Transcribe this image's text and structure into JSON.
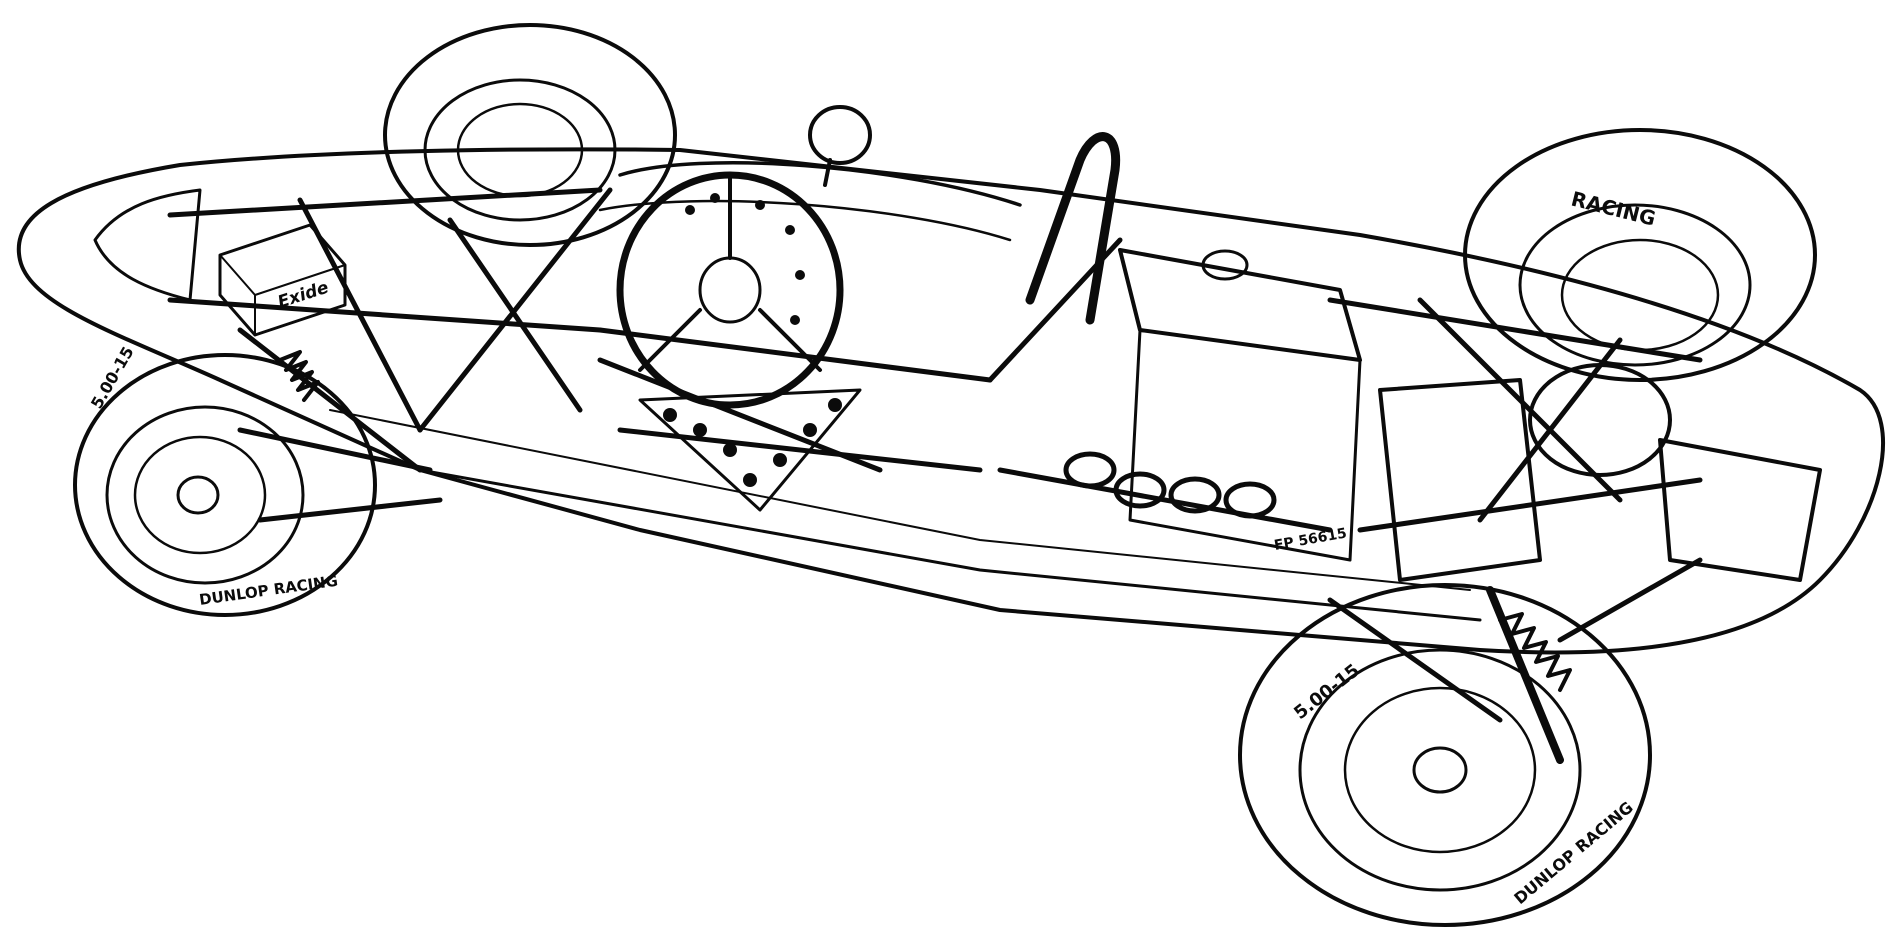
{
  "illustration": {
    "subject": "cutaway",
    "labels": {
      "battery": "Exide",
      "rear_tyre_top": "RACING",
      "front_tyre_left": "5.00-15",
      "front_tyre_left_brand": "DUNLOP RACING",
      "rear_tyre_right": "5.00-15",
      "rear_tyre_right_brand": "DUNLOP RACING",
      "engine_number": "FP 56615"
    },
    "colors": {
      "ink": "#0b0b0b",
      "paper": "#ffffff",
      "stipple": "#3a3a3a"
    }
  }
}
